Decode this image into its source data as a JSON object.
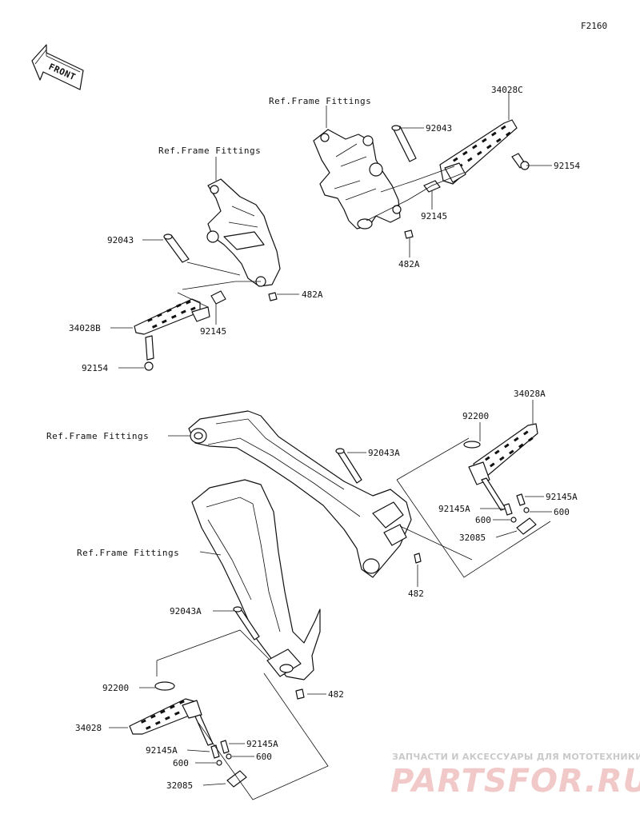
{
  "figure_code": "F2160",
  "front_label": "FRONT",
  "labels": {
    "ref_1": "Ref.Frame Fittings",
    "ref_2": "Ref.Frame Fittings",
    "ref_3": "Ref.Frame Fittings",
    "ref_4": "Ref.Frame Fittings",
    "p34028C": "34028C",
    "p92043_r": "92043",
    "p92154_r": "92154",
    "p92145_r": "92145",
    "p482A_r": "482A",
    "p92043_l": "92043",
    "p482A_l": "482A",
    "p92145_l": "92145",
    "p34028B": "34028B",
    "p92154_l": "92154",
    "p34028A": "34028A",
    "p92200_r": "92200",
    "p92043A_r": "92043A",
    "p92145A_r1": "92145A",
    "p92145A_r2": "92145A",
    "p600_r1": "600",
    "p600_r2": "600",
    "p32085_r": "32085",
    "p482_r": "482",
    "p92043A_l": "92043A",
    "p482_l": "482",
    "p92200_l": "92200",
    "p34028": "34028",
    "p92145A_l1": "92145A",
    "p92145A_l2": "92145A",
    "p600_l1": "600",
    "p600_l2": "600",
    "p32085_l": "32085"
  },
  "watermark": {
    "caption": "ЗАПЧАСТИ И АКСЕССУАРЫ ДЛЯ МОТОТЕХНИКИ",
    "logo": "PARTSFOR.RU"
  }
}
